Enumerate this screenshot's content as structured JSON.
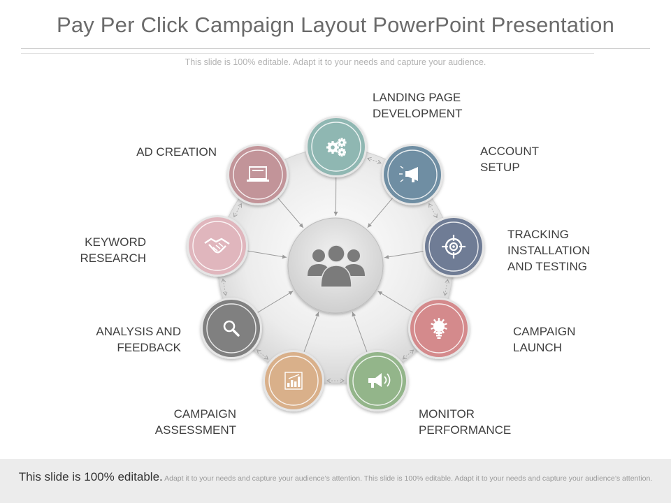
{
  "title": "Pay Per Click Campaign Layout PowerPoint Presentation",
  "subtitle": "This slide is 100% editable. Adapt it to your needs and capture your audience.",
  "center_icon": "team-people-icon",
  "nodes": [
    {
      "key": "landing",
      "label": "LANDING PAGE\nDEVELOPMENT",
      "color": "#8fb7b2",
      "icon": "gears-icon"
    },
    {
      "key": "account",
      "label": "ACCOUNT\nSETUP",
      "color": "#6f8ea3",
      "icon": "megaphone-icon"
    },
    {
      "key": "tracking",
      "label": "TRACKING\nINSTALLATION\nAND TESTING",
      "color": "#6f7c95",
      "icon": "target-icon"
    },
    {
      "key": "launch",
      "label": "CAMPAIGN\nLAUNCH",
      "color": "#d48a8c",
      "icon": "lightbulb-icon"
    },
    {
      "key": "monitor",
      "label": "MONITOR\nPERFORMANCE",
      "color": "#93b58a",
      "icon": "loudspeaker-icon"
    },
    {
      "key": "assessment",
      "label": "CAMPAIGN\nASSESSMENT",
      "color": "#d9b08a",
      "icon": "bar-chart-icon"
    },
    {
      "key": "analysis",
      "label": "ANALYSIS AND\nFEEDBACK",
      "color": "#808080",
      "icon": "magnifier-icon"
    },
    {
      "key": "keyword",
      "label": "KEYWORD\nRESEARCH",
      "color": "#e0b6bd",
      "icon": "handshake-icon"
    },
    {
      "key": "adcreation",
      "label": "AD CREATION",
      "color": "#c29499",
      "icon": "laptop-icon"
    }
  ],
  "footer": {
    "bold": "This slide is 100% editable.",
    "small": " Adapt it to your needs and capture your audience’s attention. This slide is 100% editable. Adapt it to your needs and capture your audience’s attention."
  }
}
